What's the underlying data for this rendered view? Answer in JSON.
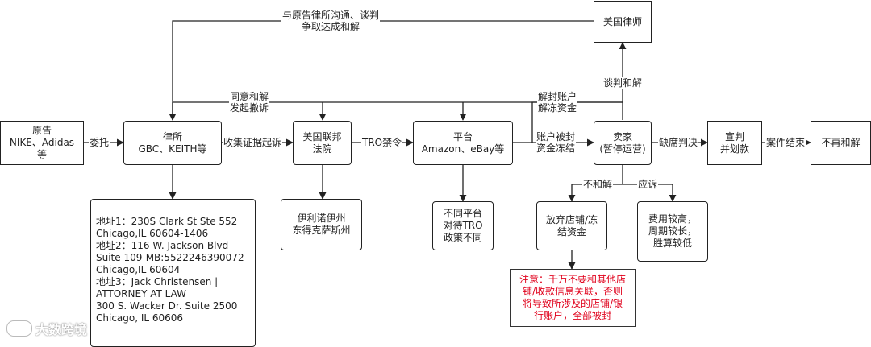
{
  "nodes": {
    "plaintiff": "原告\nNIKE、Adidas\n等",
    "law_firm": "律所\nGBC、KEITH等",
    "court": "美国联邦\n法院",
    "platform": "平台\nAmazon、eBay等",
    "seller": "卖家\n(暂停运营)",
    "judgment": "宣判\n并划款",
    "no_settlement": "不再和解",
    "us_lawyer": "美国律师",
    "addresses": "地址1：230S Clark St Ste 552\nChicago,IL 60604-1406\n地址2：116 W. Jackson Blvd\nSuite 109-MB:5522246390072\nChicago,IL 60604\n地址3：Jack Christensen |\nATTORNEY AT LAW\n300 S. Wacker Dr. Suite 2500\nChicago, IL 60606",
    "illinois": "伊利诺伊州\n东得克萨斯州",
    "tro_policy": "不同平台\n对待TRO\n政策不同",
    "abandon": "放弃店铺/冻\n结资金",
    "high_cost": "费用较高，\n周期较长，\n胜算较低",
    "warning": "注意：千万不要和其他店\n铺/收款信息关联，否则\n将导致所涉及的店铺/银\n行账户，全部被封"
  },
  "edges": {
    "entrust": "委托",
    "collect_evidence": "收集证据起诉",
    "tro_order": "TRO禁令",
    "account_frozen": "账户被封\n资金冻结",
    "default_judgment": "缺席判决",
    "case_closed": "案件结束",
    "negotiate_settle": "谈判和解",
    "unfreeze": "解封账户\n解冻资金",
    "agree_settle": "同意和解\n发起撤诉",
    "contact_plaintiff": "与原告律所沟通、谈判\n争取达成和解",
    "no_settle": "不和解",
    "appeal": "应诉"
  },
  "watermark": "大数跨境"
}
